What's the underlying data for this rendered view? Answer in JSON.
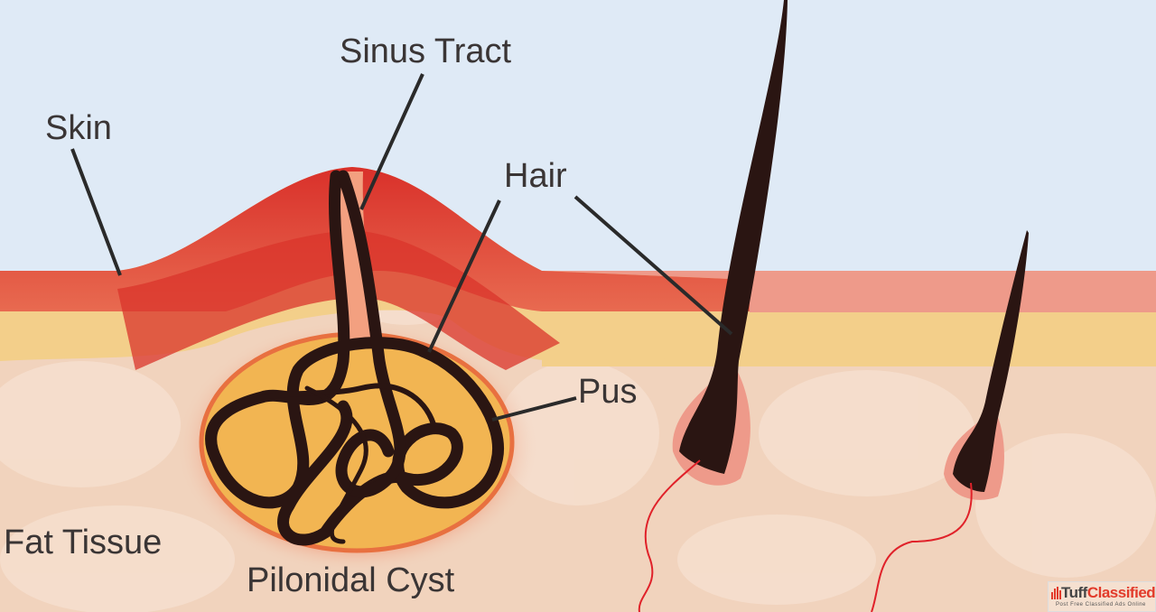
{
  "labels": {
    "sinus_tract": "Sinus Tract",
    "skin": "Skin",
    "hair": "Hair",
    "pus": "Pus",
    "fat_tissue": "Fat Tissue",
    "pilonidal_cyst": "Pilonidal Cyst"
  },
  "watermark": {
    "brand_part1": "Tuff",
    "brand_part2": "Classified",
    "tagline": "Post Free Classified Ads Online"
  },
  "colors": {
    "sky": "#dfeaf6",
    "skin_red": "#d9342b",
    "dermis_pink": "#ee9a8a",
    "yellow_layer": "#f3cf8a",
    "fat": "#f1d3bd",
    "pus": "#f2b552",
    "hair": "#2a1512",
    "nerve": "#e0222a"
  }
}
